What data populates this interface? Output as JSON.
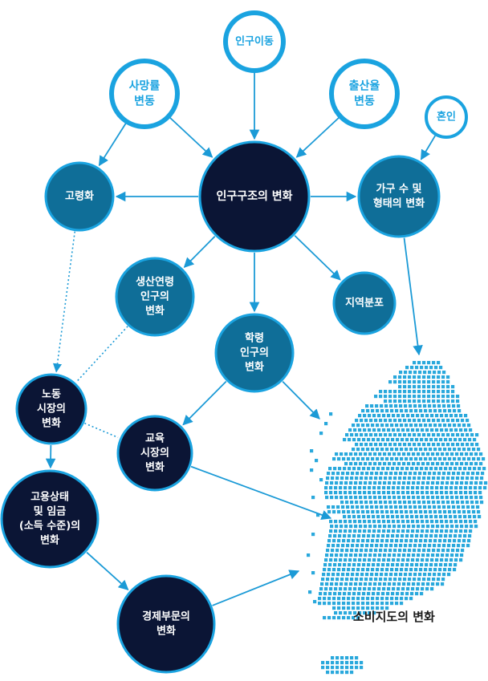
{
  "colors": {
    "outline_ring": "#1aa3e0",
    "navy": "#0b1535",
    "teal": "#0f6e98",
    "arrow": "#1b9ad6",
    "map_dot": "#29a8dc"
  },
  "nodes": {
    "migration": [
      "인구이동"
    ],
    "mortality": [
      "사망률",
      "변동"
    ],
    "fertility": [
      "출산율",
      "변동"
    ],
    "marriage": [
      "혼인"
    ],
    "structure": [
      "인구구조의 변화"
    ],
    "aging": [
      "고령화"
    ],
    "household": [
      "가구 수 및",
      "형태의 변화"
    ],
    "working_age": [
      "생산연령",
      "인구의",
      "변화"
    ],
    "regional": [
      "지역분포"
    ],
    "school_age": [
      "학령",
      "인구의",
      "변화"
    ],
    "labor": [
      "노동",
      "시장의",
      "변화"
    ],
    "education": [
      "교육",
      "시장의",
      "변화"
    ],
    "employment": [
      "고용상태",
      "및 임금",
      "(소득 수준)의",
      "변화"
    ],
    "economy": [
      "경제부문의",
      "변화"
    ]
  },
  "map_caption": "소비지도의 변화"
}
